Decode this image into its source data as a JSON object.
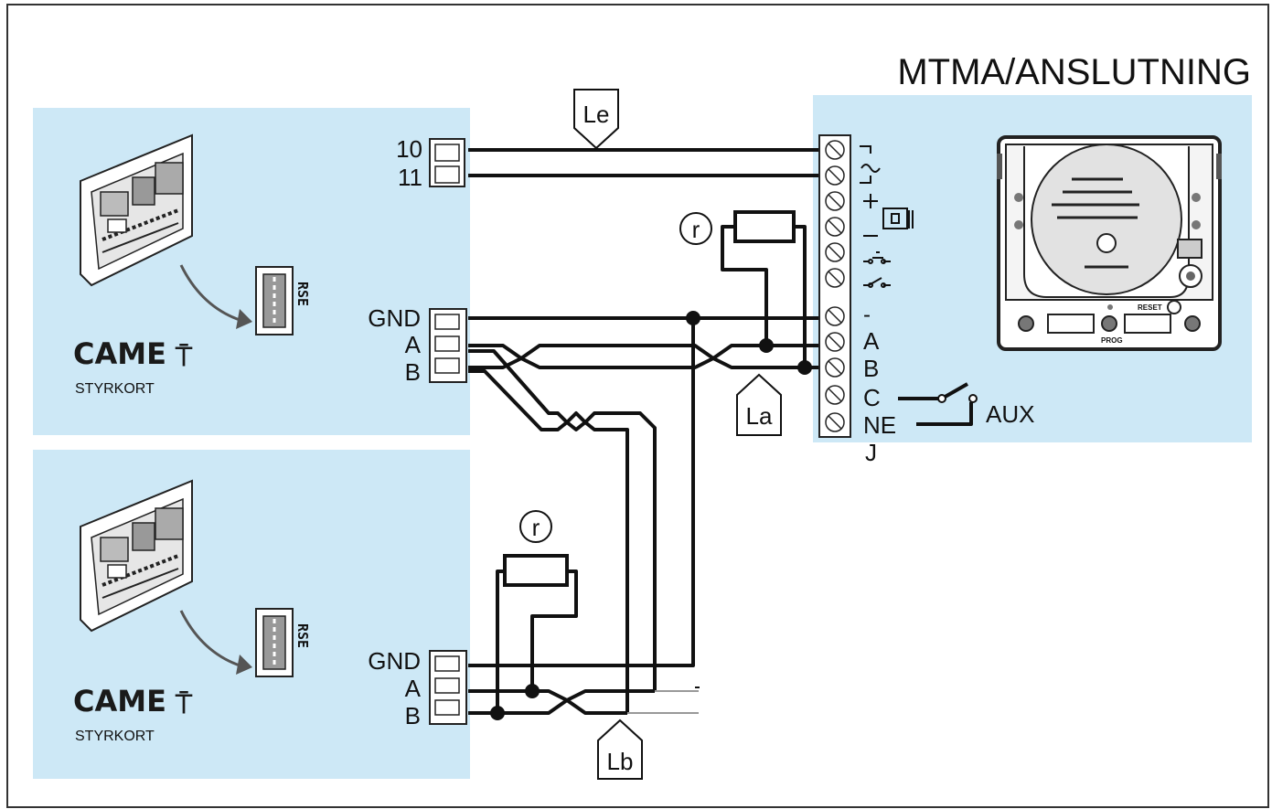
{
  "title": "MTMA/ANSLUTNING",
  "colors": {
    "panel": "#cde8f6",
    "wire": "#111111",
    "frame": "#333333"
  },
  "boards": [
    {
      "brand": "CAME",
      "caption": "STYRKORT",
      "connector": "RSE",
      "terminals": [
        "10",
        "11",
        "GND",
        "A",
        "B"
      ]
    },
    {
      "brand": "CAME",
      "caption": "STYRKORT",
      "connector": "RSE",
      "terminals": [
        "GND",
        "A",
        "B"
      ]
    }
  ],
  "cable_tags": {
    "le": "Le",
    "la": "La",
    "lb": "Lb"
  },
  "resistor_label": "r",
  "module": {
    "terminal_letters": [
      "-",
      "A",
      "B",
      "C",
      "NE",
      "J"
    ],
    "aux_label": "AUX",
    "reset_label": "RESET",
    "prog_label": "PROG"
  }
}
